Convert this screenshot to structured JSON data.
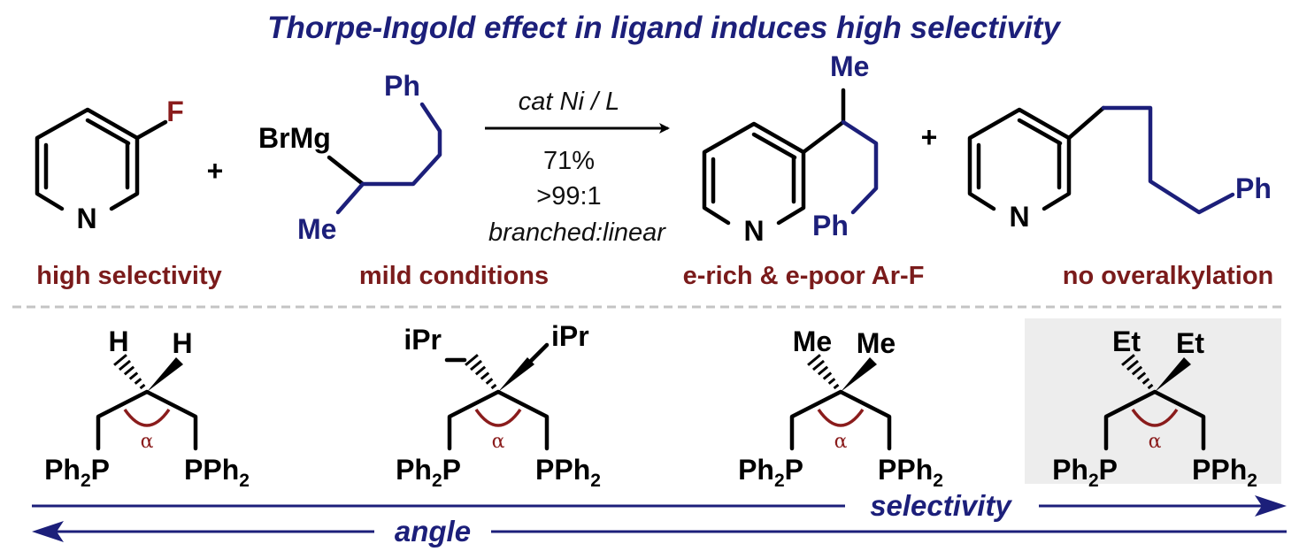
{
  "title": "Thorpe-Ingold effect in ligand induces high selectivity",
  "reaction": {
    "reactant1": {
      "substituent": "F",
      "ring_atom": "N"
    },
    "plus": "+",
    "reactant2": {
      "metal": "BrMg",
      "group_top": "Ph",
      "group_bottom": "Me"
    },
    "conditions": {
      "catalyst": "cat Ni / L",
      "yield": "71%",
      "ratio": ">99:1",
      "ratio_label": "branched:linear"
    },
    "product_branched": {
      "group_top": "Me",
      "group_bottom": "Ph",
      "ring_atom": "N"
    },
    "product_linear": {
      "group": "Ph",
      "ring_atom": "N"
    }
  },
  "captions": [
    "high selectivity",
    "mild conditions",
    "e-rich & e-poor Ar-F",
    "no overalkylation"
  ],
  "ligands": [
    {
      "left_sub": "H",
      "right_sub": "H",
      "left_p": "Ph",
      "right_p": "PPh",
      "angle": "α",
      "highlighted": false
    },
    {
      "left_sub": "iPr",
      "right_sub": "iPr",
      "left_p": "Ph",
      "right_p": "PPh",
      "angle": "α",
      "highlighted": false
    },
    {
      "left_sub": "Me",
      "right_sub": "Me",
      "left_p": "Ph",
      "right_p": "PPh",
      "angle": "α",
      "highlighted": false
    },
    {
      "left_sub": "Et",
      "right_sub": "Et",
      "left_p": "Ph",
      "right_p": "PPh",
      "angle": "α",
      "highlighted": true
    }
  ],
  "ligand_p_parts": {
    "subscript": "2",
    "left_tail": "P"
  },
  "axes": {
    "selectivity": "selectivity",
    "angle": "angle"
  },
  "colors": {
    "title_blue": "#1c1f7a",
    "caption_red": "#7a1b1b",
    "highlight_bg": "#ededed"
  }
}
